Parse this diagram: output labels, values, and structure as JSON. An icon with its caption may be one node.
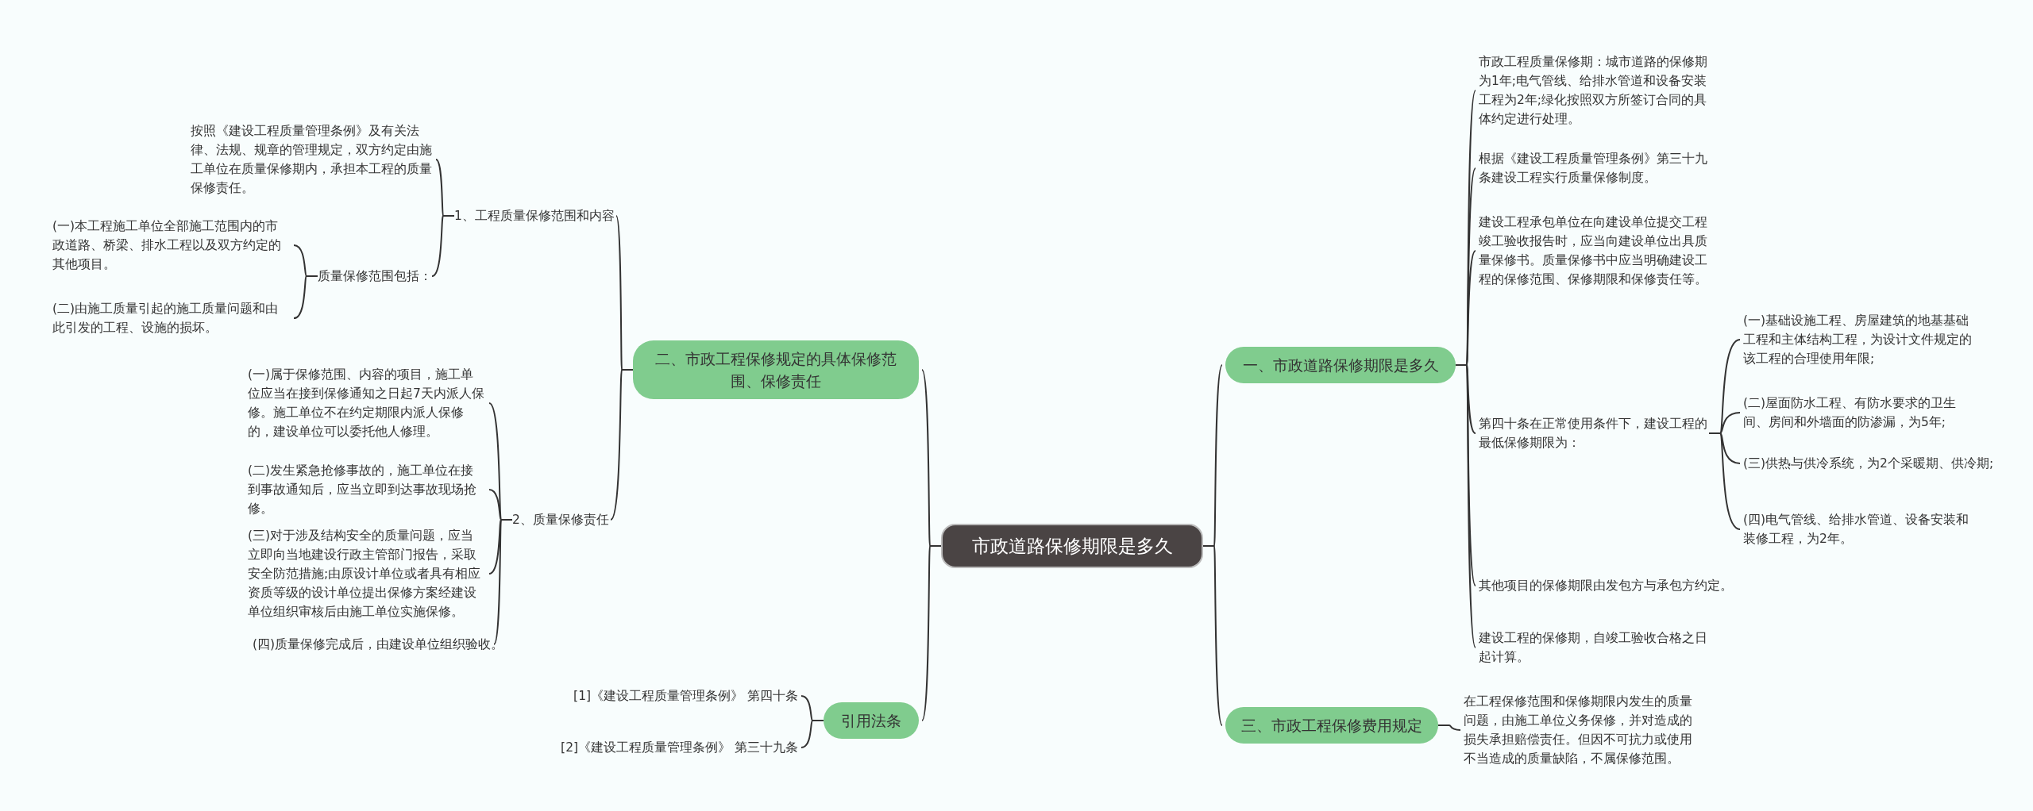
{
  "diagram": {
    "nodes": [
      {
        "text": [
          "市政道路保修期限是多久"
        ]
      },
      {
        "text": [
          "一、市政道路保修期限是多久"
        ]
      },
      {
        "text": [
          "市政工程质量保修期：城市道路的保修期为1年;电气管线、给排水管道和设备安装工程为2年;绿化按照双方所签订合同的具体约定进行处理。"
        ]
      },
      {
        "text": [
          "根据《建设工程质量管理条例》第三十九条建设工程实行质量保修制度。"
        ]
      },
      {
        "text": [
          "建设工程承包单位在向建设单位提交工程竣工验收报告时，应当向建设单位出具质量保修书。质量保修书中应当明确建设工程的保修范围、保修期限和保修责任等。"
        ]
      },
      {
        "text": [
          "第四十条在正常使用条件下，建设工程的最低保修期限为："
        ]
      },
      {
        "text": [
          "(一)基础设施工程、房屋建筑的地基基础工程和主体结构工程，为设计文件规定的该工程的合理使用年限;"
        ]
      },
      {
        "text": [
          "(二)屋面防水工程、有防水要求的卫生间、房间和外墙面的防渗漏，为5年;"
        ]
      },
      {
        "text": [
          "(三)供热与供冷系统，为2个采暖期、供冷期;"
        ]
      },
      {
        "text": [
          "(四)电气管线、给排水管道、设备安装和装修工程，为2年。"
        ]
      },
      {
        "text": [
          "其他项目的保修期限由发包方与承包方约定。"
        ]
      },
      {
        "text": [
          "建设工程的保修期，自竣工验收合格之日起计算。"
        ]
      },
      {
        "text": [
          "三、市政工程保修费用规定"
        ]
      },
      {
        "text": [
          "在工程保修范围和保修期限内发生的质量问题，由施工单位义务保修，并对造成的损失承担赔偿责任。但因不可抗力或使用不当造成的质量缺陷，不属保修范围。"
        ]
      },
      {
        "text": [
          "二、市政工程保修规定的具体保修范围、保修责任"
        ]
      },
      {
        "text": [
          "1、工程质量保修范围和内容"
        ]
      },
      {
        "text": [
          "按照《建设工程质量管理条例》及有关法律、法规、规章的管理规定，双方约定由施工单位在质量保修期内，承担本工程的质量保修责任。"
        ]
      },
      {
        "text": [
          "质量保修范围包括："
        ]
      },
      {
        "text": [
          "(一)本工程施工单位全部施工范围内的市政道路、桥梁、排水工程以及双方约定的其他项目。"
        ]
      },
      {
        "text": [
          "(二)由施工质量引起的施工质量问题和由此引发的工程、设施的损坏。"
        ]
      },
      {
        "text": [
          "2、质量保修责任"
        ]
      },
      {
        "text": [
          "(一)属于保修范围、内容的项目，施工单位应当在接到保修通知之日起7天内派人保修。施工单位不在约定期限内派人保修的，建设单位可以委托他人修理。"
        ]
      },
      {
        "text": [
          "(二)发生紧急抢修事故的，施工单位在接到事故通知后，应当立即到达事故现场抢修。"
        ]
      },
      {
        "text": [
          "(三)对于涉及结构安全的质量问题，应当立即向当地建设行政主管部门报告，采取安全防范措施;由原设计单位或者具有相应资质等级的设计单位提出保修方案经建设单位组织审核后由施工单位实施保修。"
        ]
      },
      {
        "text": [
          "(四)质量保修完成后，由建设单位组织验收。"
        ]
      },
      {
        "text": [
          "引用法条"
        ]
      },
      {
        "text": [
          "[1]《建设工程质量管理条例》 第四十条"
        ]
      },
      {
        "text": [
          "[2]《建设工程质量管理条例》 第三十九条"
        ]
      }
    ],
    "edges": [
      {
        "from": 0,
        "to": 1,
        "arrow": "none"
      },
      {
        "from": 0,
        "to": 14,
        "arrow": "none"
      },
      {
        "from": 0,
        "to": 12,
        "arrow": "none"
      },
      {
        "from": 0,
        "to": 25,
        "arrow": "none"
      },
      {
        "from": 1,
        "to": 2,
        "arrow": "none"
      },
      {
        "from": 1,
        "to": 3,
        "arrow": "none"
      },
      {
        "from": 1,
        "to": 4,
        "arrow": "none"
      },
      {
        "from": 1,
        "to": 5,
        "arrow": "none"
      },
      {
        "from": 1,
        "to": 10,
        "arrow": "none"
      },
      {
        "from": 1,
        "to": 11,
        "arrow": "none"
      },
      {
        "from": 5,
        "to": 6,
        "arrow": "none"
      },
      {
        "from": 5,
        "to": 7,
        "arrow": "none"
      },
      {
        "from": 5,
        "to": 8,
        "arrow": "none"
      },
      {
        "from": 5,
        "to": 9,
        "arrow": "none"
      },
      {
        "from": 12,
        "to": 13,
        "arrow": "none"
      },
      {
        "from": 14,
        "to": 15,
        "arrow": "none"
      },
      {
        "from": 14,
        "to": 20,
        "arrow": "none"
      },
      {
        "from": 15,
        "to": 16,
        "arrow": "none"
      },
      {
        "from": 15,
        "to": 17,
        "arrow": "none"
      },
      {
        "from": 17,
        "to": 18,
        "arrow": "none"
      },
      {
        "from": 17,
        "to": 19,
        "arrow": "none"
      },
      {
        "from": 20,
        "to": 21,
        "arrow": "none"
      },
      {
        "from": 20,
        "to": 22,
        "arrow": "none"
      },
      {
        "from": 20,
        "to": 23,
        "arrow": "none"
      },
      {
        "from": 20,
        "to": 24,
        "arrow": "none"
      },
      {
        "from": 25,
        "to": 26,
        "arrow": "none"
      },
      {
        "from": 25,
        "to": 27,
        "arrow": "none"
      }
    ]
  }
}
